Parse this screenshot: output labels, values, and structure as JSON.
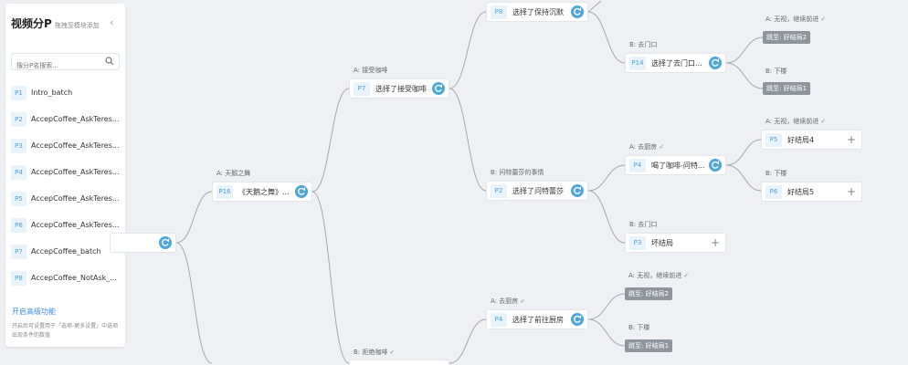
{
  "sidebar": {
    "title": "视频分P",
    "subtitle": "拖拽至模块添加",
    "search_placeholder": "搜分P名搜索...",
    "items": [
      {
        "id": "P1",
        "name": "Intro_batch"
      },
      {
        "id": "P2",
        "name": "AccepCoffee_AskTeres..."
      },
      {
        "id": "P3",
        "name": "AccepCoffee_AskTeres..."
      },
      {
        "id": "P4",
        "name": "AccepCoffee_AskTeres..."
      },
      {
        "id": "P5",
        "name": "AccepCoffee_AskTeres..."
      },
      {
        "id": "P6",
        "name": "AccepCoffee_AskTeres..."
      },
      {
        "id": "P7",
        "name": "AccepCoffee_batch"
      },
      {
        "id": "P8",
        "name": "AccepCoffee_NotAsk_..."
      }
    ],
    "advanced_link": "开启高级功能",
    "advanced_desc": "开启后可设置用于「选项-更多设置」中选项出现条件的数值"
  },
  "nodes": {
    "p16": {
      "id": "P16",
      "title": "《天鹅之舞》..."
    },
    "p7": {
      "id": "P7",
      "title": "选择了接受咖啡"
    },
    "p8": {
      "id": "P8",
      "title": "选择了保持沉默"
    },
    "p14": {
      "id": "P14",
      "title": "选择了去门口..."
    },
    "p2": {
      "id": "P2",
      "title": "选择了问特蕾莎"
    },
    "p4a": {
      "id": "P4",
      "title": "喝了咖啡-问特..."
    },
    "p5": {
      "id": "P5",
      "title": "好结局4"
    },
    "p6": {
      "id": "P6",
      "title": "好结局5"
    },
    "p3": {
      "id": "P3",
      "title": "坏结局"
    },
    "p4b": {
      "id": "P4",
      "title": "选择了前往厨房"
    }
  },
  "labels": {
    "a_swan": "A: 天鹅之舞",
    "a_accept_coffee": "A: 接受咖啡",
    "b_ask_teresa": "B: 问特蕾莎的事情",
    "b_refuse_coffee": "B: 拒绝咖啡",
    "b_goto_door": "B: 去门口",
    "a_ignore_1": "A: 无视，继续前进",
    "b_downstairs_1": "B: 下楼",
    "a_goto_kitchen_1": "A: 去厨房",
    "b_goto_door_2": "B: 去门口",
    "a_ignore_2": "A: 无视，继续前进",
    "b_downstairs_2": "B: 下楼",
    "a_goto_kitchen_2": "A: 去厨房",
    "a_ignore_3": "A: 无视，继续前进",
    "b_downstairs_3": "B: 下楼"
  },
  "jumps": {
    "j1": "跳至: 好结局2",
    "j2": "跳至: 好结局1",
    "j3": "跳至: 好结局2",
    "j4": "跳至: 好结局1"
  },
  "colors": {
    "accent": "#4ea7d6",
    "badge_bg": "#e8f3fb",
    "canvas_bg": "#eef0f3",
    "connector": "#a3a9b0",
    "jump_bg": "#8f959c"
  }
}
